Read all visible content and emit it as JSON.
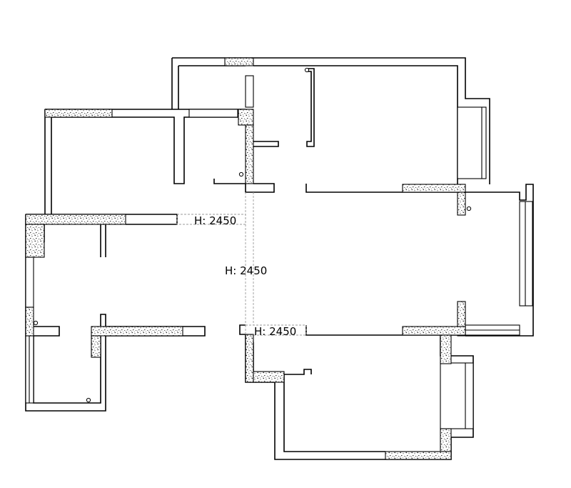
{
  "dimensions": [
    {
      "id": "dim-top-left",
      "text": "H: 2450"
    },
    {
      "id": "dim-center",
      "text": "H: 2450"
    },
    {
      "id": "dim-bottom-center",
      "text": "H: 2450"
    }
  ],
  "colors": {
    "wall": "#000000",
    "background": "#ffffff",
    "reference_line": "#9a9a9a"
  }
}
